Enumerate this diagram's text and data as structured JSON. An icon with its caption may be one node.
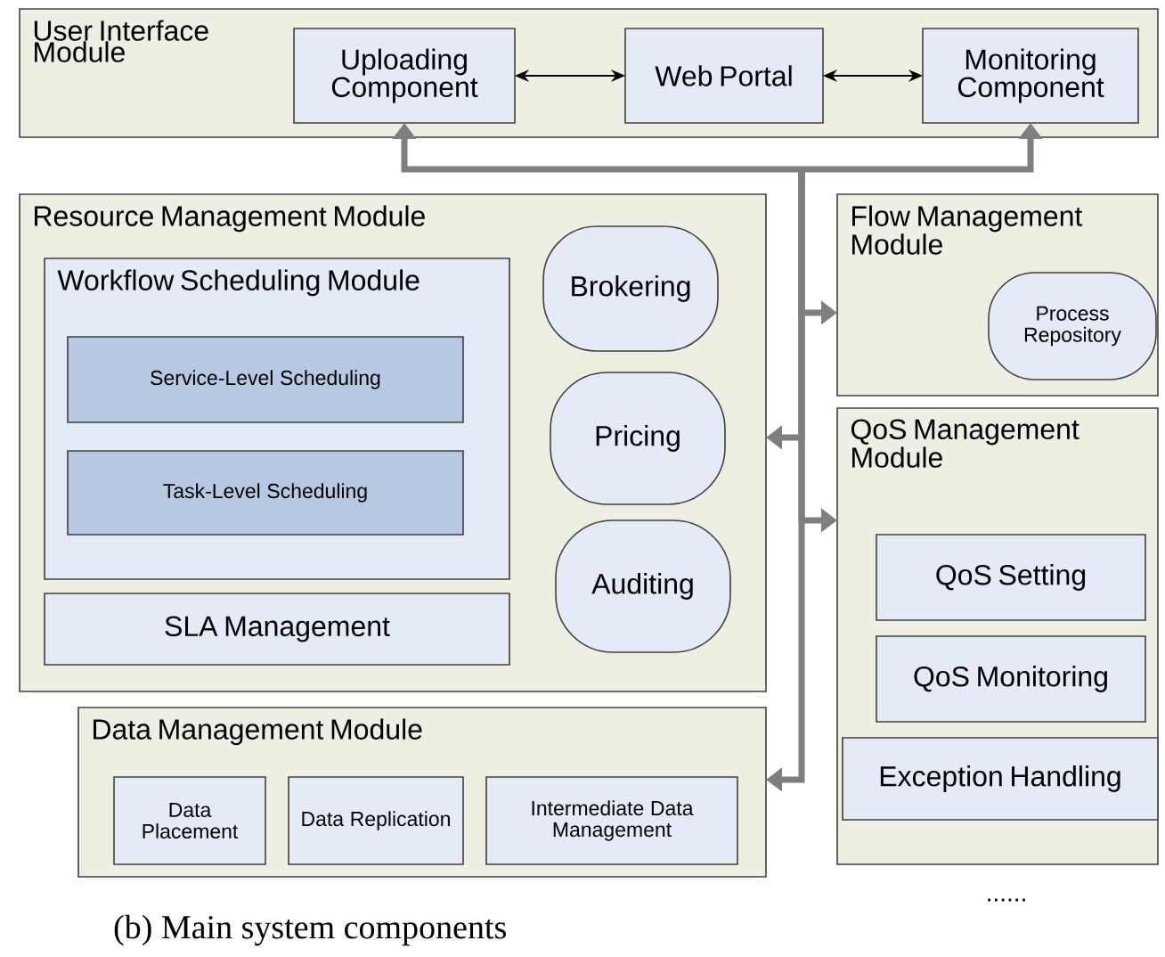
{
  "diagram": {
    "caption": "(b) Main system components",
    "nodes": [
      {
        "text": [
          "User Interface Module"
        ]
      },
      {
        "text": [
          "Uploading Component"
        ],
        "in": 0
      },
      {
        "text": [
          "Web Portal"
        ],
        "in": 0
      },
      {
        "text": [
          "Monitoring Component"
        ],
        "in": 0
      },
      {
        "text": [
          "Resource Management Module"
        ]
      },
      {
        "text": [
          "Workflow Scheduling Module"
        ],
        "in": 4
      },
      {
        "text": [
          "Service-Level Scheduling"
        ],
        "in": 5
      },
      {
        "text": [
          "Task-Level Scheduling"
        ],
        "in": 5
      },
      {
        "text": [
          "SLA Management"
        ],
        "in": 4
      },
      {
        "text": [
          "Brokering"
        ],
        "in": 4
      },
      {
        "text": [
          "Pricing"
        ],
        "in": 4
      },
      {
        "text": [
          "Auditing"
        ],
        "in": 4
      },
      {
        "text": [
          "Flow Management Module"
        ]
      },
      {
        "text": [
          "Process Repository"
        ],
        "in": 12
      },
      {
        "text": [
          "QoS Management Module"
        ]
      },
      {
        "text": [
          "QoS Setting"
        ],
        "in": 14
      },
      {
        "text": [
          "QoS Monitoring"
        ],
        "in": 14
      },
      {
        "text": [
          "Exception Handling"
        ],
        "in": 14
      },
      {
        "text": [
          "Data Management Module"
        ]
      },
      {
        "text": [
          "Data Placement"
        ],
        "in": 18
      },
      {
        "text": [
          "Data Replication"
        ],
        "in": 18
      },
      {
        "text": [
          "Intermediate Data Management"
        ],
        "in": 18
      }
    ],
    "edges": [
      {
        "from": 1,
        "to": 2,
        "arrow": "both",
        "color": "#000000"
      },
      {
        "from": 2,
        "to": 3,
        "arrow": "both",
        "color": "#000000"
      },
      {
        "from": null,
        "to": 1,
        "arrow": "to"
      },
      {
        "from": null,
        "to": 3,
        "arrow": "to"
      },
      {
        "from": null,
        "to": 12,
        "arrow": "to"
      },
      {
        "from": null,
        "to": 4,
        "arrow": "to"
      },
      {
        "from": null,
        "to": 14,
        "arrow": "to"
      },
      {
        "from": null,
        "to": 18,
        "arrow": "to"
      }
    ],
    "labels": [
      "......"
    ]
  }
}
